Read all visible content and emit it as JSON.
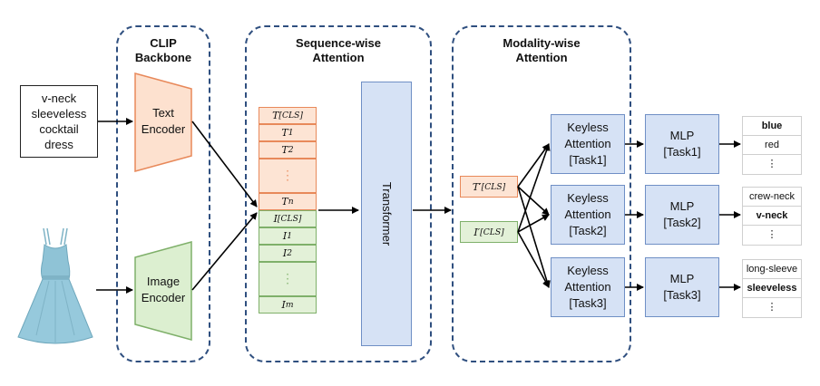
{
  "input_text": {
    "lines": [
      "v-neck",
      "sleeveless",
      "cocktail",
      "dress"
    ]
  },
  "groups": {
    "clip": {
      "title_lines": [
        "CLIP",
        "Backbone"
      ]
    },
    "sequence": {
      "title_lines": [
        "Sequence-wise",
        "Attention"
      ]
    },
    "modality": {
      "title_lines": [
        "Modality-wise",
        "Attention"
      ]
    }
  },
  "encoders": {
    "text": {
      "lines": [
        "Text",
        "Encoder"
      ]
    },
    "image": {
      "lines": [
        "Image",
        "Encoder"
      ]
    }
  },
  "tokens": {
    "text": [
      "T",
      "T",
      "T",
      "T"
    ],
    "text_subs": [
      "[CLS]",
      "1",
      "2",
      "n"
    ],
    "image": [
      "I",
      "I",
      "I",
      "I"
    ],
    "image_subs": [
      "[CLS]",
      "1",
      "2",
      "m"
    ]
  },
  "transformer_label": "Transformer",
  "cls_tokens": {
    "text": {
      "base": "T′",
      "sub": "[CLS]"
    },
    "image": {
      "base": "I′",
      "sub": "[CLS]"
    }
  },
  "tasks": [
    {
      "attention_lines": [
        "Keyless",
        "Attention",
        "[Task1]"
      ],
      "mlp_lines": [
        "MLP",
        "[Task1]"
      ],
      "outputs": [
        {
          "text": "blue",
          "bold": true
        },
        {
          "text": "red",
          "bold": false
        },
        {
          "text": "⋮",
          "bold": false
        }
      ]
    },
    {
      "attention_lines": [
        "Keyless",
        "Attention",
        "[Task2]"
      ],
      "mlp_lines": [
        "MLP",
        "[Task2]"
      ],
      "outputs": [
        {
          "text": "crew-neck",
          "bold": false
        },
        {
          "text": "v-neck",
          "bold": true
        },
        {
          "text": "⋮",
          "bold": false
        }
      ]
    },
    {
      "attention_lines": [
        "Keyless",
        "Attention",
        "[Task3]"
      ],
      "mlp_lines": [
        "MLP",
        "[Task3]"
      ],
      "outputs": [
        {
          "text": "long-sleeve",
          "bold": false
        },
        {
          "text": "sleeveless",
          "bold": true
        },
        {
          "text": "⋮",
          "bold": false
        }
      ]
    }
  ],
  "colors": {
    "group_border": "#2f4f7f",
    "text_token": "#fde4d4",
    "image_token": "#e3f1d8",
    "module": "#d6e2f5",
    "dress": "#8fc3d6"
  }
}
